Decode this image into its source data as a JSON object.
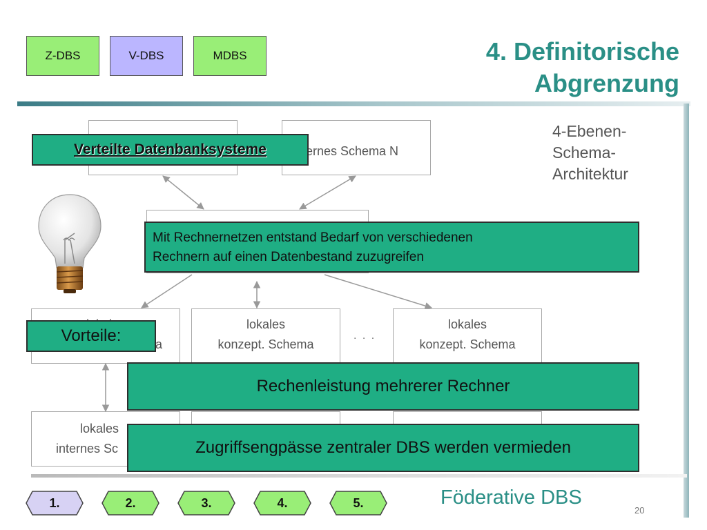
{
  "top_buttons": [
    {
      "label": "Z-DBS",
      "color": "#99ee77"
    },
    {
      "label": "V-DBS",
      "color": "#bbb6ff"
    },
    {
      "label": "MDBS",
      "color": "#99ee77"
    }
  ],
  "title": {
    "line1": "4. Definitorische",
    "line2": "Abgrenzung"
  },
  "diagram": {
    "box_tr": "ernes Schema N",
    "box_mid_left_line1": "lokales",
    "box_mid_left_line2": "a",
    "box_mid_center_line1": "lokales",
    "box_mid_center_line2": "konzept. Schema",
    "box_mid_right_line1": "lokales",
    "box_mid_right_line2": "konzept. Schema",
    "dots": ". . .",
    "box_bottom_left_line1": "lokales",
    "box_bottom_left_line2": "internes Sc"
  },
  "side_label": {
    "line1": "4-Ebenen-",
    "line2": "Schema-",
    "line3": "Architektur"
  },
  "overlays": {
    "heading": "Verteilte Datenbanksysteme",
    "note_line1": "Mit Rechnernetzen entstand Bedarf von verschiedenen",
    "note_line2": "Rechnern auf einen Datenbestand zuzugreifen",
    "vorteile": "Vorteile:",
    "advantage1": "Rechenleistung mehrerer Rechner",
    "advantage2": "Zugriffsengpässe zentraler DBS werden vermieden"
  },
  "nav": [
    {
      "label": "1.",
      "active": true
    },
    {
      "label": "2.",
      "active": false
    },
    {
      "label": "3.",
      "active": false
    },
    {
      "label": "4.",
      "active": false
    },
    {
      "label": "5.",
      "active": false
    }
  ],
  "footer": {
    "title": "Föderative DBS",
    "page": "20"
  },
  "colors": {
    "accent": "#2a8f86",
    "green": "#1fae84",
    "nav_active": "#d7d2f4",
    "nav_inactive": "#99ee77"
  }
}
